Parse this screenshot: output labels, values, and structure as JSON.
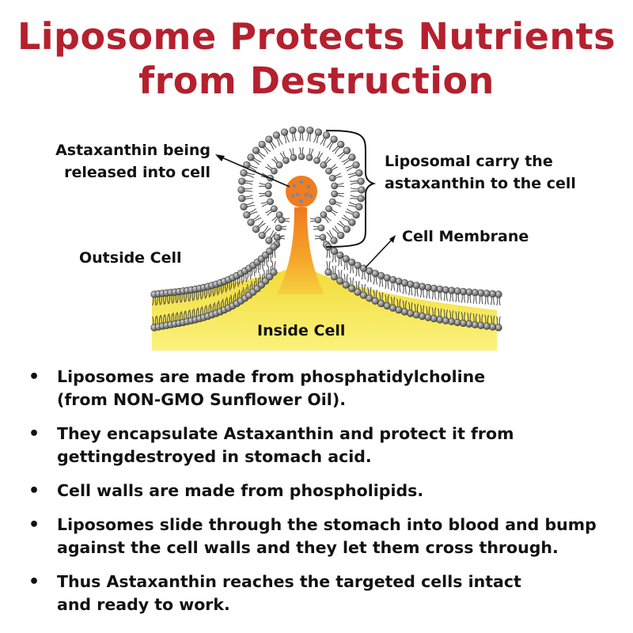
{
  "title": {
    "line1": "Liposome Protects Nutrients",
    "line2": "from Destruction"
  },
  "diagram": {
    "labels": {
      "released": [
        "Astaxanthin being",
        "released into cell"
      ],
      "carry": [
        "Liposomal carry the",
        "astaxanthin to the cell"
      ],
      "membrane": "Cell Membrane",
      "outside": "Outside Cell",
      "inside": "Inside Cell"
    },
    "colors": {
      "title": "#b5202e",
      "cytoplasm_top": "#f6e54a",
      "cytoplasm_bottom": "#fbf07a",
      "core": "#f07c1e",
      "lipid_head": "#6f6f6f"
    }
  },
  "bullets": [
    {
      "line1": "Liposomes are made from phosphatidylcholine",
      "line2": "(from NON-GMO Sunflower Oil)."
    },
    {
      "line1": "They encapsulate Astaxanthin and protect it from",
      "line2": "gettingdestroyed in stomach acid."
    },
    {
      "line1": "Cell walls are made from phospholipids.",
      "line2": ""
    },
    {
      "line1": "Liposomes slide through the stomach into blood and bump",
      "line2": "against the cell walls and they let them cross through."
    },
    {
      "line1": "Thus Astaxanthin reaches the targeted cells intact",
      "line2": "and ready to work."
    }
  ]
}
